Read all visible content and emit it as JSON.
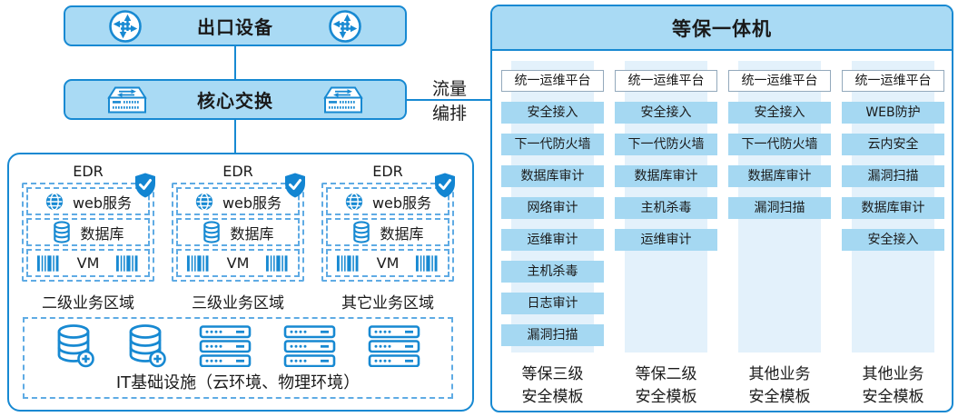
{
  "colors": {
    "border_blue": "#1789d2",
    "node_fill": "#a9daf4",
    "chip_blue": "#a5d8f2",
    "strip_blue": "#e3f1fb",
    "dashed_blue": "#5fabe4",
    "icon_blue": "#1789d2",
    "white_chip_border": "#93a9bc"
  },
  "nodes": {
    "exit_device": {
      "label": "出口设备"
    },
    "core_switch": {
      "label": "核心交换"
    }
  },
  "flow_label": {
    "line1": "流量",
    "line2": "编排"
  },
  "zones": {
    "edr_label": "EDR",
    "rows": [
      {
        "icon": "globe-icon",
        "label": "web服务"
      },
      {
        "icon": "database-icon",
        "label": "数据库"
      },
      {
        "icon": "barcode-icon",
        "label": "VM"
      }
    ],
    "columns": [
      {
        "caption": "二级业务区域"
      },
      {
        "caption": "三级业务区域"
      },
      {
        "caption": "其它业务区域"
      }
    ],
    "infrastructure": {
      "caption": "IT基础设施（云环境、物理环境）",
      "icons": [
        "database-plus-icon",
        "database-plus-icon",
        "server-rack-icon",
        "server-rack-icon",
        "server-rack-icon"
      ]
    }
  },
  "appliance": {
    "title": "等保一体机",
    "columns": [
      {
        "chips": [
          "统一运维平台",
          "安全接入",
          "下一代防火墙",
          "数据库审计",
          "网络审计",
          "运维审计",
          "主机杀毒",
          "日志审计",
          "漏洞扫描"
        ],
        "caption": [
          "等保三级",
          "安全模板"
        ]
      },
      {
        "chips": [
          "统一运维平台",
          "安全接入",
          "下一代防火墙",
          "数据库审计",
          "主机杀毒",
          "运维审计"
        ],
        "caption": [
          "等保二级",
          "安全模板"
        ]
      },
      {
        "chips": [
          "统一运维平台",
          "安全接入",
          "下一代防火墙",
          "数据库审计",
          "漏洞扫描"
        ],
        "caption": [
          "其他业务",
          "安全模板"
        ]
      },
      {
        "chips": [
          "统一运维平台",
          "WEB防护",
          "云内安全",
          "漏洞扫描",
          "数据库审计",
          "安全接入"
        ],
        "caption": [
          "其他业务",
          "安全模板"
        ]
      }
    ]
  }
}
